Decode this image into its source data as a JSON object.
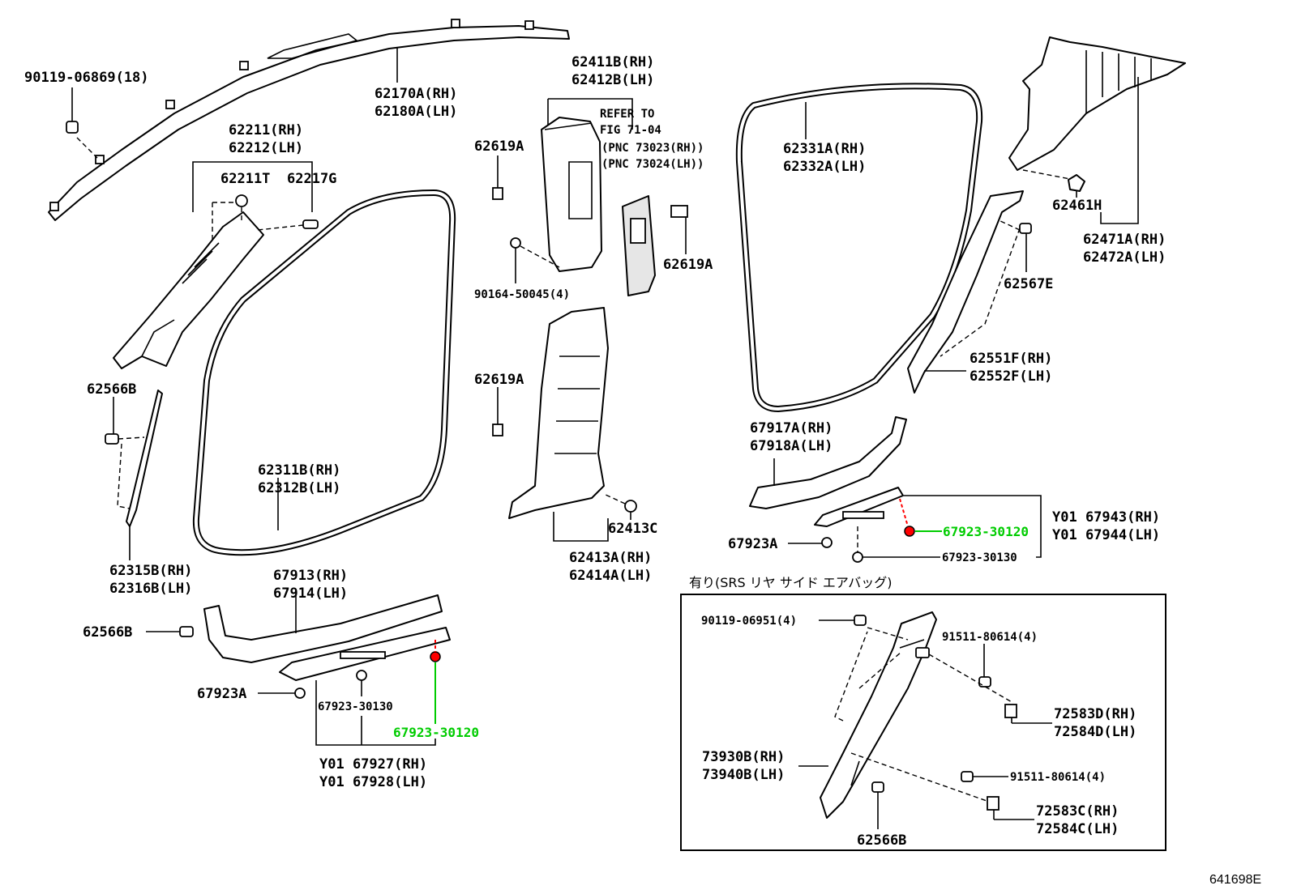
{
  "labels": {
    "p90119_06869": "90119-06869(18)",
    "p62170A": "62170A(RH)",
    "p62180A": "62180A(LH)",
    "p62211": "62211(RH)",
    "p62212": "62212(LH)",
    "p62211T": "62211T",
    "p62217G": "62217G",
    "p62411B": "62411B(RH)",
    "p62412B": "62412B(LH)",
    "refer1": "REFER TO",
    "refer2": "FIG 71-04",
    "refer3": "(PNC 73023(RH))",
    "refer4": "(PNC 73024(LH))",
    "p62619A_1": "62619A",
    "p62619A_2": "62619A",
    "p62619A_3": "62619A",
    "p90164": "90164-50045(4)",
    "p62331A": "62331A(RH)",
    "p62332A": "62332A(LH)",
    "p62461H": "62461H",
    "p62471A": "62471A(RH)",
    "p62472A": "62472A(LH)",
    "p62567E": "62567E",
    "p62551F": "62551F(RH)",
    "p62552F": "62552F(LH)",
    "p62566B_1": "62566B",
    "p62311B": "62311B(RH)",
    "p62312B": "62312B(LH)",
    "p62315B": "62315B(RH)",
    "p62316B": "62316B(LH)",
    "p62413C": "62413C",
    "p62413A": "62413A(RH)",
    "p62414A": "62414A(LH)",
    "p67917A": "67917A(RH)",
    "p67918A": "67918A(LH)",
    "p67923A_1": "67923A",
    "p67923_30120_1": "67923-30120",
    "p67923_30130_1": "67923-30130",
    "pY01_67943": "Y01 67943(RH)",
    "pY01_67944": "Y01 67944(LH)",
    "p67913": "67913(RH)",
    "p67914": "67914(LH)",
    "p62566B_2": "62566B",
    "p67923A_2": "67923A",
    "p67923_30130_2": "67923-30130",
    "p67923_30120_2": "67923-30120",
    "pY01_67927": "Y01 67927(RH)",
    "pY01_67928": "Y01 67928(LH)",
    "srs_header": "有り(SRS リヤ サイド エアバッグ)",
    "p90119_06951": "90119-06951(4)",
    "p91511_a": "91511-80614(4)",
    "p91511_b": "91511-80614(4)",
    "p72583D": "72583D(RH)",
    "p72584D": "72584D(LH)",
    "p73930B": "73930B(RH)",
    "p73940B": "73940B(LH)",
    "p72583C": "72583C(RH)",
    "p72584C": "72584C(LH)",
    "p62566B_3": "62566B",
    "figure_code": "641698E"
  },
  "colors": {
    "highlight": "#00cc00",
    "accent_red": "#ff0000",
    "line": "#000000"
  }
}
